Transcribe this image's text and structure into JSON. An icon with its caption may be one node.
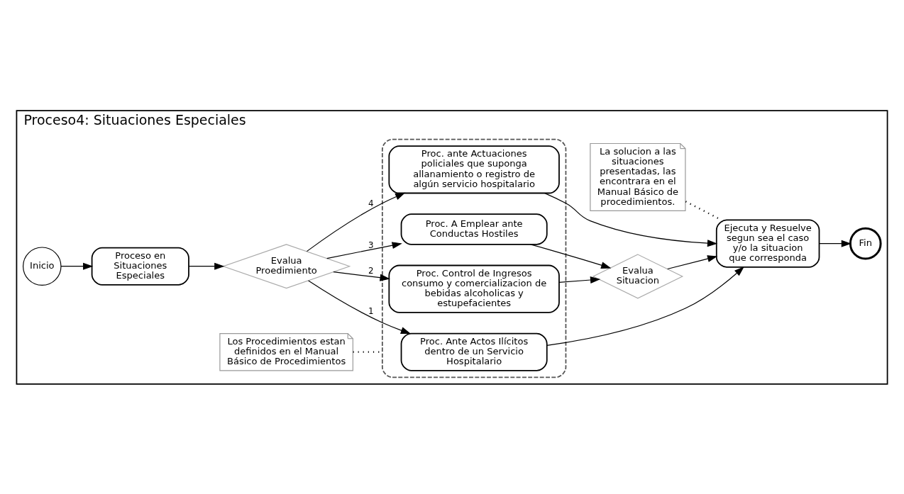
{
  "diagram": {
    "nodes": [
      {
        "text": [
          "Proceso4: Situaciones Especiales"
        ]
      },
      {
        "text": [
          "Inicio"
        ],
        "in": 0
      },
      {
        "text": [
          "Proceso en Situaciones Especiales"
        ],
        "in": 0
      },
      {
        "text": [
          "Evalua Proedimiento"
        ],
        "in": 0
      },
      {
        "text": [],
        "shape": "box",
        "in": 0
      },
      {
        "text": [
          "Proc. Ante Actos Ilícitos dentro de un Servicio Hospitalario"
        ],
        "in": 4
      },
      {
        "text": [
          "Proc. Control de Ingresos consumo y comercializacion de bebidas alcoholicas y estupefacientes"
        ],
        "in": 4
      },
      {
        "text": [
          "Proc. A Emplear ante Conductas Hostiles"
        ],
        "in": 4
      },
      {
        "text": [
          "Proc. ante Actuaciones policiales que suponga allanamiento o registro de algún servicio hospitalario"
        ],
        "in": 4
      },
      {
        "text": [
          "Evalua Situacion"
        ],
        "in": 0
      },
      {
        "text": [
          "Ejecuta y Resuelve segun sea el caso y/o la situacion que corresponda"
        ],
        "in": 0
      },
      {
        "text": [
          "Fin"
        ],
        "in": 0
      },
      {
        "text": [
          "La solucion a las situaciones presentadas, las encontrara en el Manual Básico de procedimientos."
        ],
        "in": 0
      },
      {
        "text": [
          "Los Procedimientos estan definidos en el Manual Básico de Procedimientos"
        ],
        "in": 0
      }
    ],
    "edges": [
      {
        "from": 1,
        "to": 2,
        "arrow": "to"
      },
      {
        "from": 2,
        "to": 3,
        "arrow": "to"
      },
      {
        "from": 3,
        "to": 5,
        "arrow": "to",
        "label": "1"
      },
      {
        "from": 3,
        "to": 6,
        "arrow": "to",
        "label": "2"
      },
      {
        "from": 3,
        "to": 7,
        "arrow": "to",
        "label": "3"
      },
      {
        "from": 3,
        "to": 8,
        "arrow": "to",
        "label": "4"
      },
      {
        "from": 5,
        "to": 10,
        "arrow": "to"
      },
      {
        "from": 6,
        "to": 9,
        "arrow": "to"
      },
      {
        "from": 7,
        "to": 9,
        "arrow": "to"
      },
      {
        "from": 9,
        "to": 10,
        "arrow": "to"
      },
      {
        "from": 8,
        "to": 10,
        "arrow": "to"
      },
      {
        "from": 10,
        "to": 11,
        "arrow": "to"
      },
      {
        "from": 12,
        "to": 10,
        "arrow": "none",
        "style": "dashed"
      },
      {
        "from": 13,
        "to": 4,
        "arrow": "none",
        "style": "dashed"
      }
    ]
  }
}
